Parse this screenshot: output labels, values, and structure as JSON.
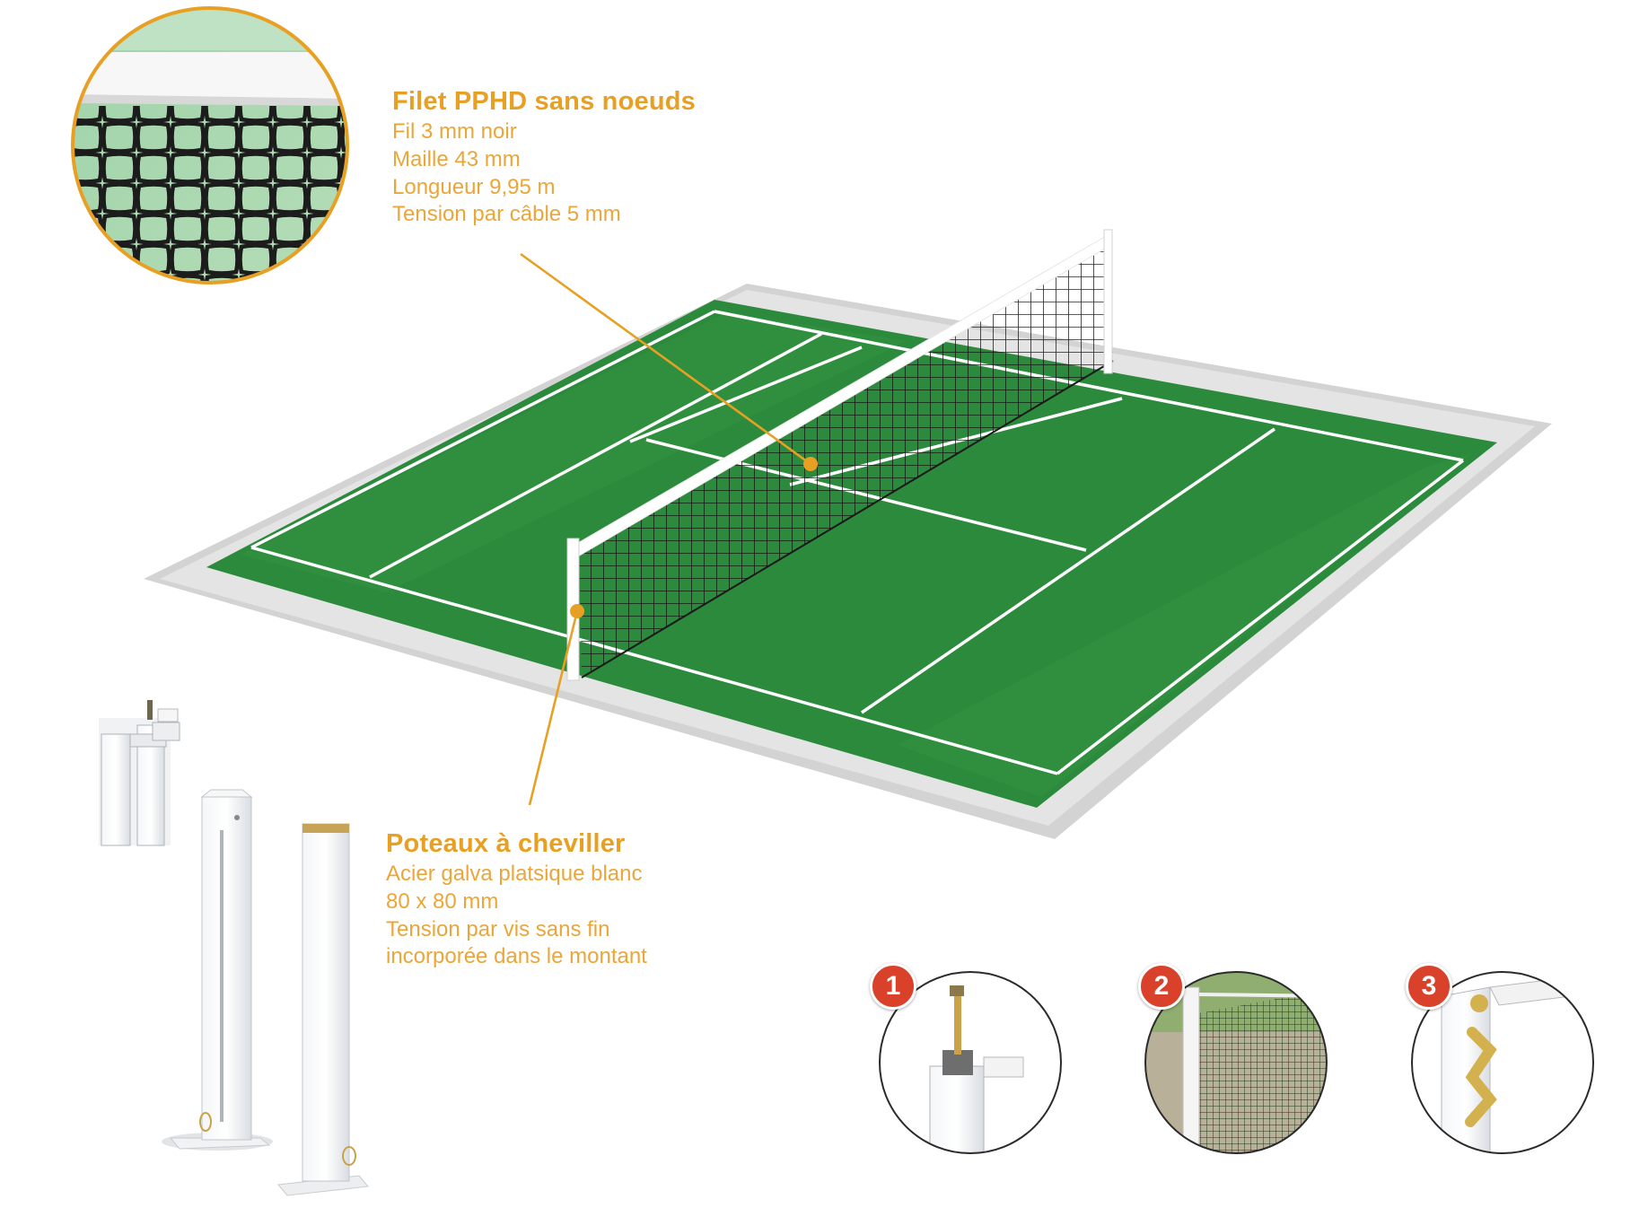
{
  "net_callout": {
    "title": "Filet PPHD sans noeuds",
    "lines": [
      "Fil 3 mm noir",
      "Maille 43 mm",
      "Longueur 9,95 m",
      "Tension par câble 5 mm"
    ]
  },
  "post_callout": {
    "title": "Poteaux à cheviller",
    "lines": [
      "Acier galva platsique blanc",
      "80 x 80 mm",
      "Tension par vis sans fin",
      "incorporée dans le montant"
    ]
  },
  "steps": [
    "1",
    "2",
    "3"
  ],
  "colors": {
    "accent": "#e8a024",
    "court_green": "#2c8a3c",
    "court_border": "#d6d6d6",
    "step_badge": "#d9412a"
  },
  "icons": [
    "net-detail-zoom",
    "post-detail-photo",
    "step-photo-crank",
    "step-photo-installed",
    "step-photo-mechanism"
  ]
}
